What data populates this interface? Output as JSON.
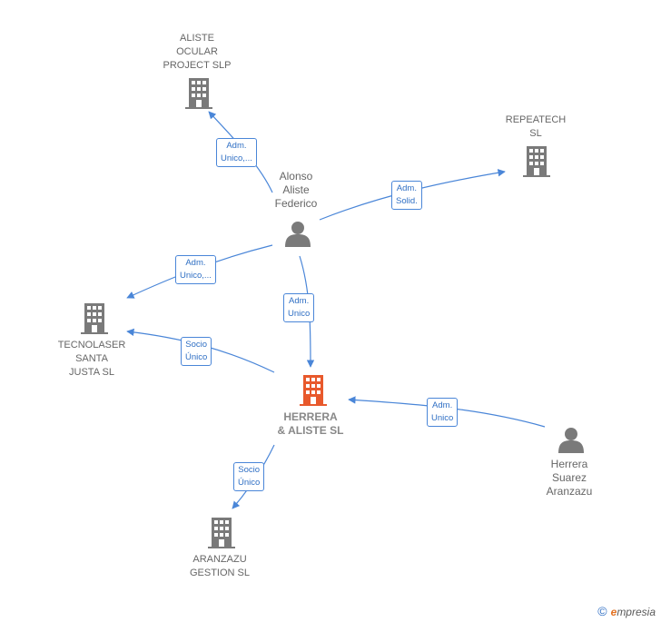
{
  "nodes": {
    "aliste_ocular": {
      "label": "ALISTE\nOCULAR\nPROJECT SLP"
    },
    "repeatech": {
      "label": "REPEATECH\nSL"
    },
    "alonso": {
      "label": "Alonso\nAliste\nFederico"
    },
    "tecnolaser": {
      "label": "TECNOLASER\nSANTA\nJUSTA SL"
    },
    "herrera_aliste": {
      "label": "HERRERA\n& ALISTE  SL"
    },
    "herrera_suarez": {
      "label": "Herrera\nSuarez\nAranzazu"
    },
    "aranzazu_gestion": {
      "label": "ARANZAZU\nGESTION SL"
    }
  },
  "edges": {
    "alonso_aliste_ocular": "Adm.\nUnico,...",
    "alonso_repeatech": "Adm.\nSolid.",
    "alonso_tecnolaser": "Adm.\nUnico,...",
    "alonso_herrera_aliste": "Adm.\nUnico",
    "herrera_aliste_tecnolaser": "Socio\nÚnico",
    "herrera_suarez_herrera_aliste": "Adm.\nUnico",
    "herrera_aliste_aranzazu": "Socio\nÚnico"
  },
  "colors": {
    "edge": "#4a86d8",
    "company_icon": "#7a7a7a",
    "main_company_icon": "#e8592c",
    "person_icon": "#7a7a7a"
  },
  "brand": {
    "copyright": "©",
    "first": "e",
    "rest": "mpresia"
  }
}
